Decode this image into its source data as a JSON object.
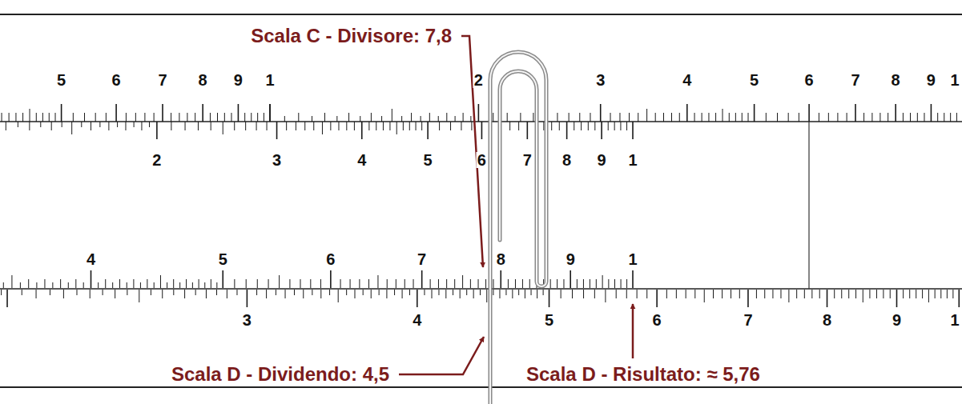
{
  "diagram": {
    "labels": [
      "Scala C - Divisore: 7,8",
      "Scala D - Dividendo: 4,5",
      "Scala D - Risultato: ≈ 5,76",
      "5",
      "6",
      "7",
      "8",
      "9",
      "1",
      "2",
      "3",
      "4",
      "5",
      "6",
      "7",
      "8",
      "9",
      "1",
      "2",
      "3",
      "4",
      "5",
      "6",
      "7",
      "8",
      "9",
      "1",
      "4",
      "5",
      "6",
      "7",
      "8",
      "9",
      "1",
      "3",
      "4",
      "5",
      "6",
      "7",
      "8",
      "9",
      "1"
    ]
  }
}
